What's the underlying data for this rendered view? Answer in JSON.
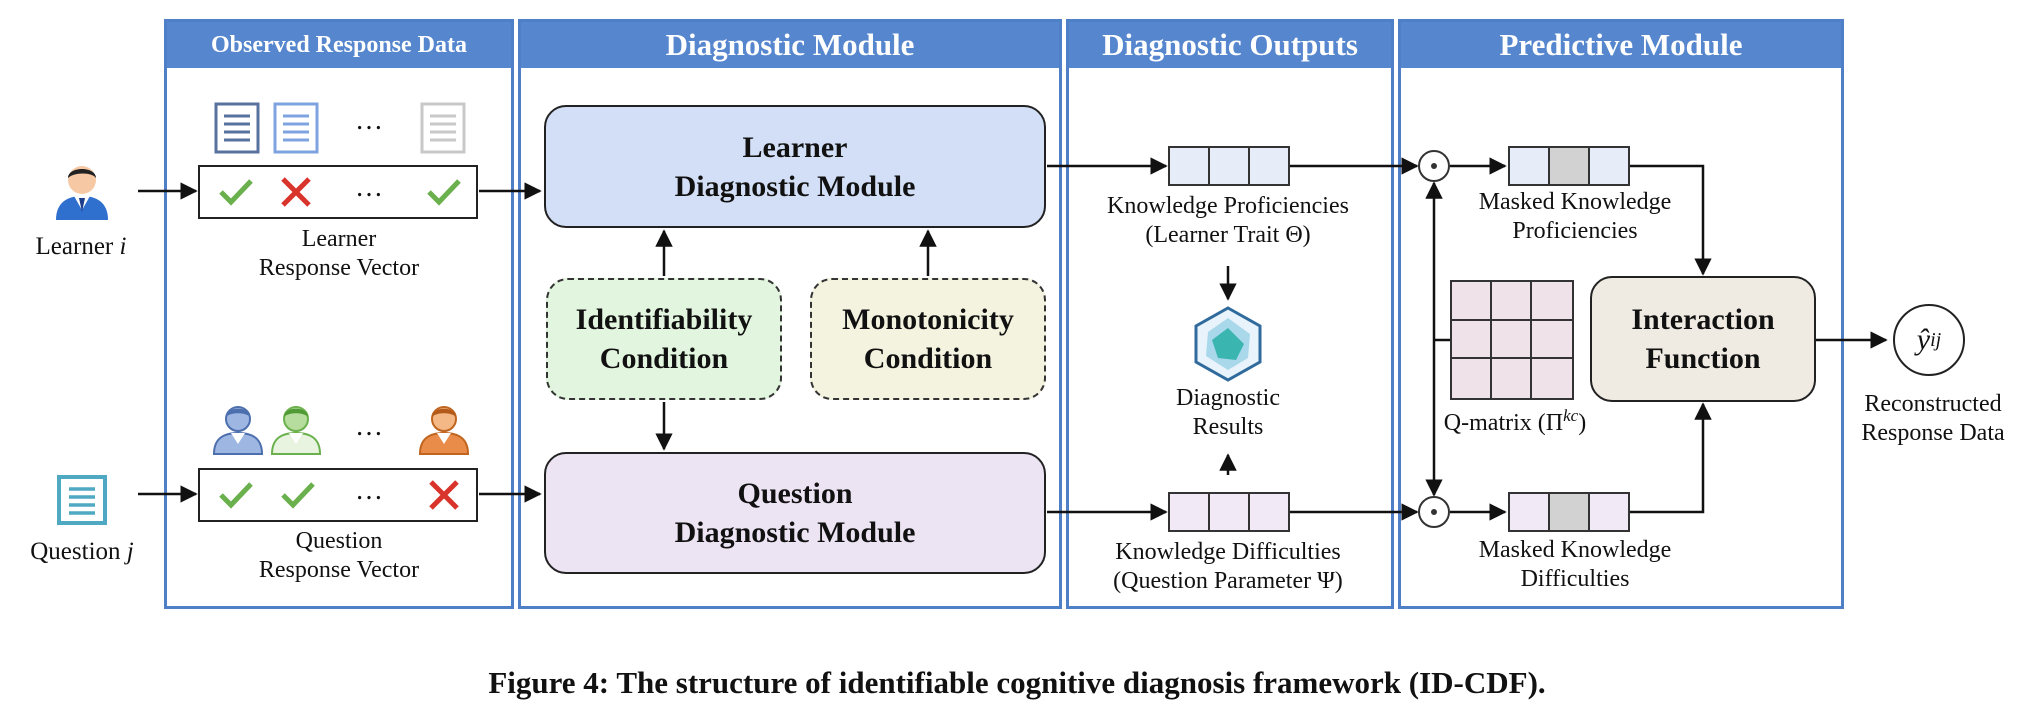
{
  "panels": {
    "observed": "Observed Response Data",
    "diagnostic": "Diagnostic Module",
    "outputs": "Diagnostic Outputs",
    "predictive": "Predictive Module"
  },
  "learner": {
    "label_main": "Learner",
    "label_var": "i",
    "vector_line1": "Learner",
    "vector_line2": "Response Vector",
    "ellipsis_docs": "…",
    "ellipsis_marks": "…"
  },
  "question": {
    "label_main": "Question",
    "label_var": "j",
    "vector_line1": "Question",
    "vector_line2": "Response Vector",
    "ellipsis_people": "…",
    "ellipsis_marks": "…"
  },
  "modules": {
    "learner_line1": "Learner",
    "learner_line2": "Diagnostic Module",
    "question_line1": "Question",
    "question_line2": "Diagnostic Module",
    "ident_line1": "Identifiability",
    "ident_line2": "Condition",
    "mono_line1": "Monotonicity",
    "mono_line2": "Condition"
  },
  "outputs": {
    "kp_line1": "Knowledge Proficiencies",
    "kp_line2": "(Learner Trait Θ)",
    "results_line1": "Diagnostic",
    "results_line2": "Results",
    "kd_line1": "Knowledge Difficulties",
    "kd_line2": "(Question Parameter  Ψ)"
  },
  "predictive": {
    "mkp_line1": "Masked Knowledge",
    "mkp_line2": "Proficiencies",
    "qmatrix_prefix": "Q-matrix (Π",
    "qmatrix_sup": "kc",
    "qmatrix_suffix": ")",
    "interaction_line1": "Interaction",
    "interaction_line2": "Function",
    "mkd_line1": "Masked Knowledge",
    "mkd_line2": "Difficulties"
  },
  "output": {
    "yhat": "ŷ",
    "yhat_sub": "ij",
    "label_line1": "Reconstructed",
    "label_line2": "Response Data"
  },
  "caption": "Figure 4: The structure of identifiable cognitive diagnosis framework (ID-CDF).",
  "colors": {
    "panel_border": "#4f7fc6",
    "panel_header": "#5686cd",
    "learner_module": "#d3dff6",
    "question_module": "#ece3f3",
    "identifiability": "#e2f5de",
    "monotonicity": "#f4f3df",
    "interaction": "#efebe3",
    "check": "#6ab04c",
    "cross": "#d9342b"
  }
}
